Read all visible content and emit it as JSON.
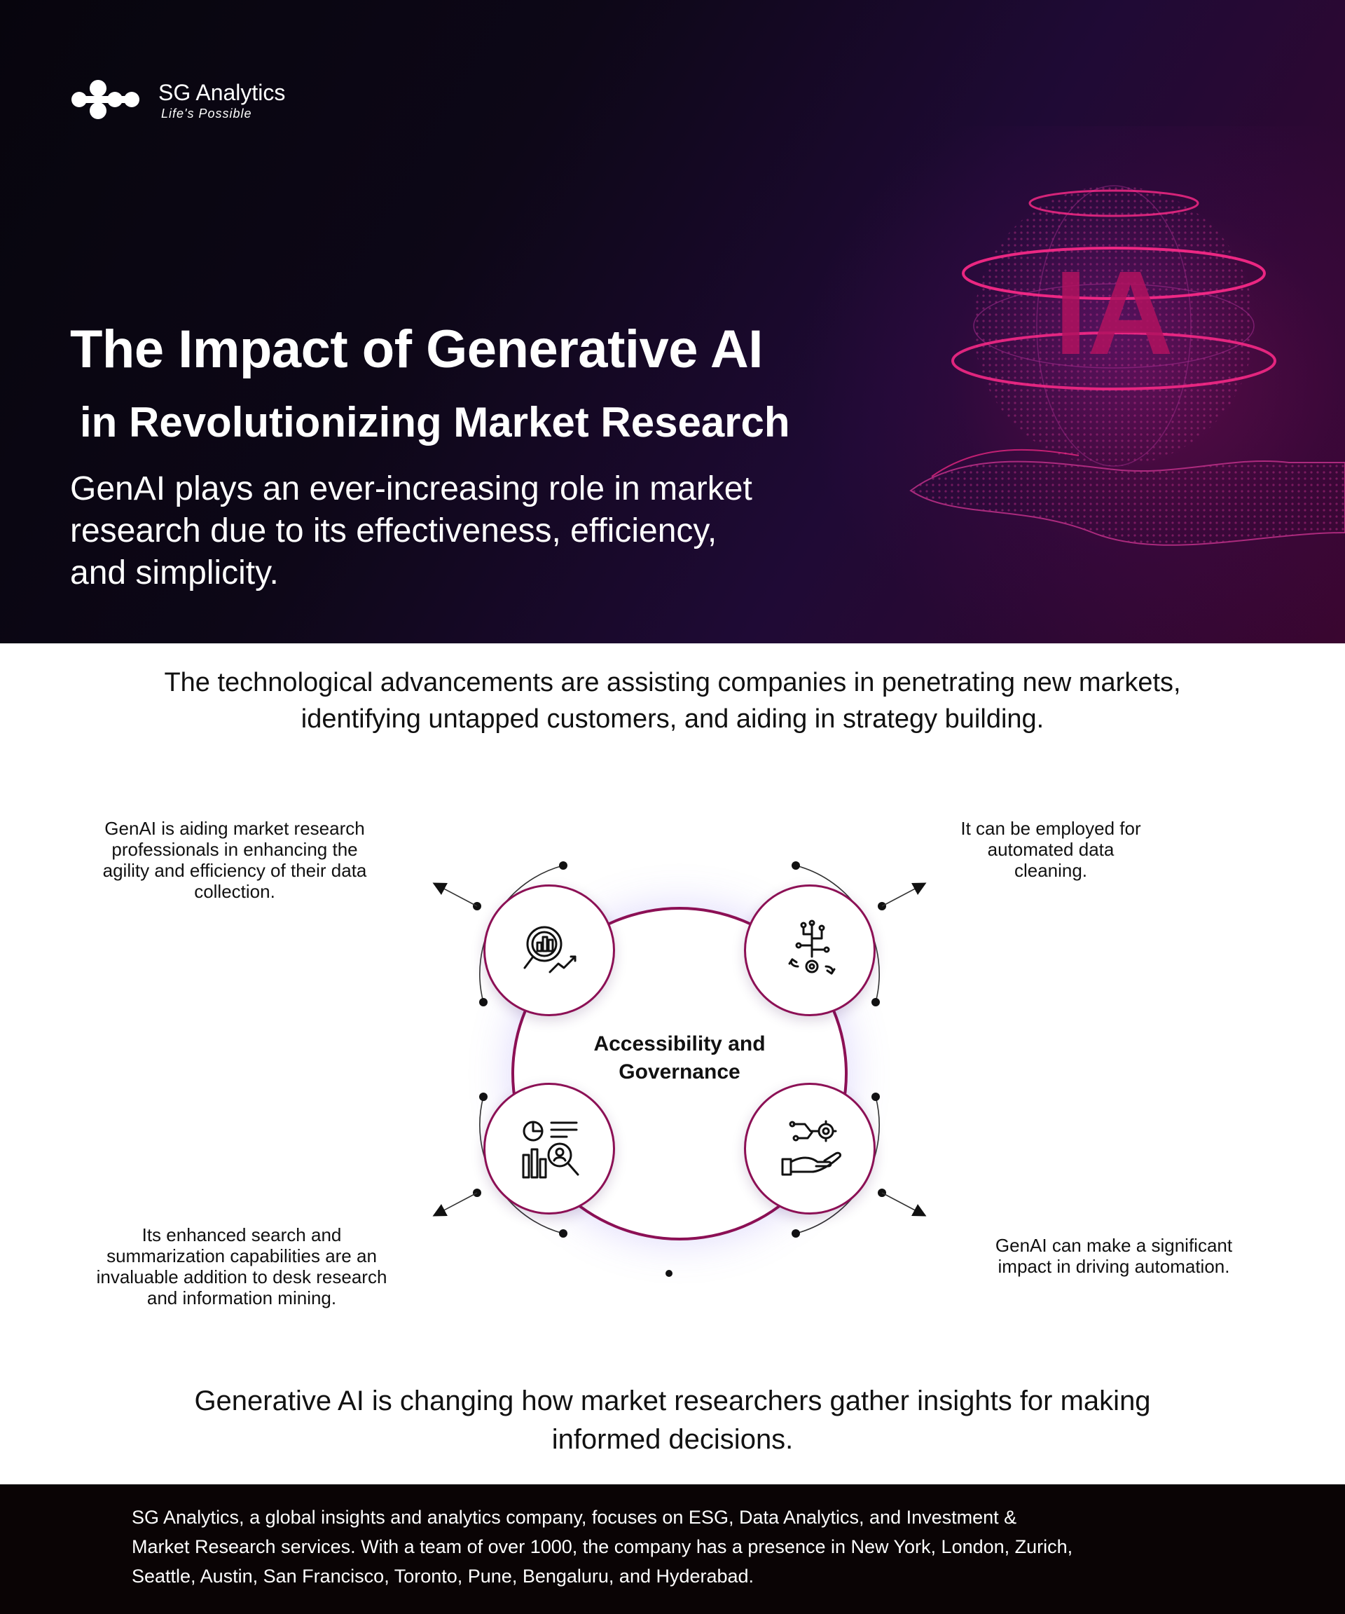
{
  "brand": {
    "name": "SG Analytics",
    "tagline": "Life's Possible",
    "colors": {
      "accent": "#8c1055",
      "hero_dark": "#0d0717",
      "hero_purple": "#3a0630",
      "footer": "#0a0405"
    }
  },
  "hero": {
    "title_line1": "The Impact of Generative AI",
    "title_line2": "in Revolutionizing Market Research",
    "subtitle_lines": [
      "GenAI plays an ever-increasing role in market",
      "research due to its effectiveness, efficiency,",
      "and simplicity."
    ],
    "visual_text": "IA"
  },
  "intro_lines": [
    "The technological advancements are assisting companies in penetrating new markets,",
    "identifying untapped customers, and aiding in strategy building."
  ],
  "diagram": {
    "center_lines": [
      "Accessibility and",
      "Governance"
    ],
    "nodes": [
      {
        "icon": "magnifier-chart-icon"
      },
      {
        "icon": "circuit-gear-icon"
      },
      {
        "icon": "report-search-icon"
      },
      {
        "icon": "hand-gears-icon"
      }
    ],
    "callouts": {
      "top_left": [
        "GenAI is aiding market research",
        "professionals in enhancing the",
        "agility and efficiency of their data",
        "collection."
      ],
      "top_right": [
        "It can be employed for",
        "automated data",
        "cleaning."
      ],
      "bottom_left": [
        "Its enhanced search and",
        "summarization capabilities are an",
        "invaluable addition to desk research",
        "and information mining."
      ],
      "bottom_right": [
        "GenAI can make a significant",
        "impact in driving automation."
      ]
    }
  },
  "conclusion_lines": [
    "Generative AI is changing how market researchers gather insights for making",
    "informed decisions."
  ],
  "footer_lines": [
    "SG Analytics, a global insights and analytics company, focuses on ESG, Data Analytics, and Investment &",
    "Market Research services. With a team of over 1000, the company has a presence in New York, London, Zurich,",
    "Seattle, Austin, San Francisco, Toronto, Pune, Bengaluru, and Hyderabad."
  ]
}
